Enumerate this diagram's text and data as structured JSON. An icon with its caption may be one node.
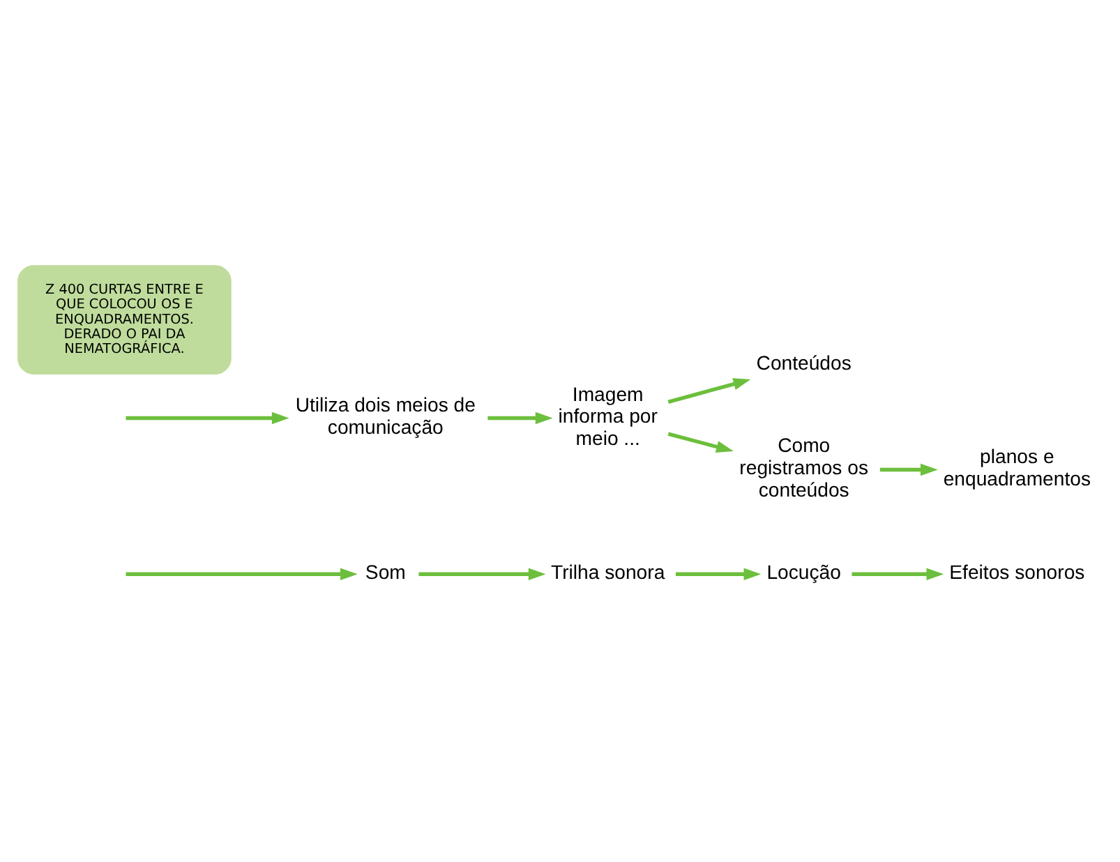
{
  "diagram": {
    "nodes": [
      {
        "text": [
          "Som"
        ]
      },
      {
        "text": [
          "Trilha sonora"
        ]
      },
      {
        "text": [
          "Locução"
        ]
      },
      {
        "text": [
          "Efeitos sonoros"
        ]
      },
      {
        "text": [
          "Utiliza dois meios de comunicação"
        ]
      },
      {
        "text": [
          "Imagem informa por meio ..."
        ]
      },
      {
        "text": [
          "Conteúdos"
        ]
      },
      {
        "text": [
          "Como registramos os conteúdos"
        ]
      },
      {
        "text": [
          "planos e enquadramentos"
        ]
      },
      {
        "text": [
          "Z 400 CURTAS ENTRE E QUE COLOCOU OS E ENQUADRAMENTOS. DERADO O PAI DA NEMATOGRÁFICA."
        ]
      }
    ],
    "edges": [
      {
        "from": null,
        "to": 0,
        "arrow": "to"
      },
      {
        "from": 0,
        "to": 1,
        "arrow": "to"
      },
      {
        "from": 1,
        "to": 2,
        "arrow": "to"
      },
      {
        "from": 2,
        "to": 3,
        "arrow": "to"
      },
      {
        "from": null,
        "to": 4,
        "arrow": "to"
      },
      {
        "from": 4,
        "to": 5,
        "arrow": "to"
      },
      {
        "from": 5,
        "to": 6,
        "arrow": "to"
      },
      {
        "from": 5,
        "to": 7,
        "arrow": "to"
      },
      {
        "from": 7,
        "to": 8,
        "arrow": "to"
      }
    ]
  }
}
